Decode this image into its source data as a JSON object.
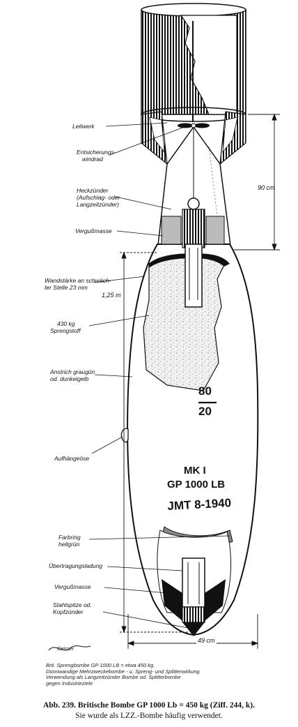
{
  "labels": {
    "leitwerk": "Leitwerk",
    "windrad": [
      "Entsicherungs-",
      "windrad"
    ],
    "heckzuender": [
      "Heckzünder",
      "(Aufschlag- oder",
      "Langzeitzünder)"
    ],
    "vergussmasse_top": "Vergußmasse",
    "wandstaerke": [
      "Wandstärke an schwäch-",
      "ter Stelle 23 mm"
    ],
    "sprengstoff": [
      "430   kg",
      "Sprengstoff"
    ],
    "anstrich": [
      "Anstrich graugün",
      "od. dunkelgelb"
    ],
    "aufhaengeoese": "Aufhängeöse",
    "farbring": [
      "Farbring",
      "hellgrün"
    ],
    "uebertragungsladung": "Übertragungsladung",
    "vergussmasse_bottom": "Vergußmasse",
    "stahlspitze": [
      "Stahlspitze od.",
      "Kopfzünder"
    ]
  },
  "dimensions": {
    "height_90": "90 cm",
    "length_125": "1,25 m",
    "diameter_49": "49 cm"
  },
  "stencils": {
    "fraction_top": "80",
    "fraction_bottom": "20",
    "mk": "MK I",
    "gp": "GP 1000 LB",
    "jmt": "JMT 8-1940"
  },
  "signature": "Geisser",
  "notes": [
    "Brit. Sprengbombe GP 1000 LB = etwa 450 kg.",
    "Dünnwandige Mehrzweckebombe - u. Spreng- und Splitterwirkung",
    "Verwendung als Langzeitzünder Bombe od. Splitterbombe",
    "gegen Industrieziele"
  ],
  "caption": {
    "line1": "Abb. 239.  Britische Bombe GP 1000 Lb = 450 kg  (Ziff. 244, k).",
    "line2": "Sie wurde als LZZ.-Bombe häufig verwendet."
  }
}
